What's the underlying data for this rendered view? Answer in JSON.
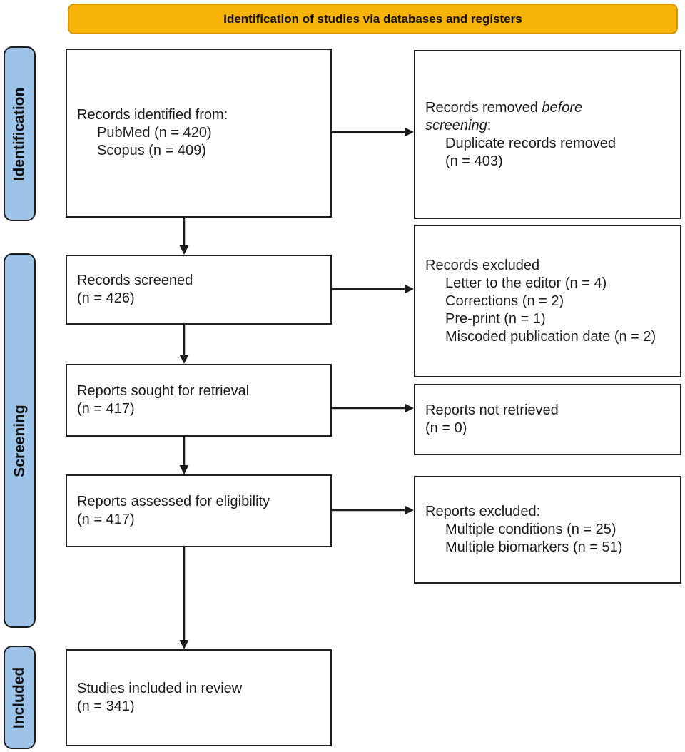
{
  "banner": {
    "title": "Identification of studies via databases and registers"
  },
  "sidebar": {
    "stages": [
      {
        "label": "Identification"
      },
      {
        "label": "Screening"
      },
      {
        "label": "Included"
      }
    ]
  },
  "boxes": {
    "records_identified": {
      "title": "Records identified from:",
      "items": [
        "PubMed (n = 420)",
        "Scopus (n = 409)"
      ]
    },
    "records_removed": {
      "text_regular_1": "Records removed",
      "text_italic_1": "before",
      "text_italic_2": "screening",
      "text_regular_2": ":",
      "items": [
        "Duplicate records removed (n = 403)"
      ]
    },
    "records_screened": {
      "title": "Records screened",
      "count": "(n = 426)"
    },
    "records_excluded": {
      "title": "Records excluded",
      "items": [
        "Letter to the editor (n = 4)",
        "Corrections (n = 2)",
        "Pre-print (n = 1)",
        "Miscoded publication date (n = 2)"
      ]
    },
    "reports_sought": {
      "title": "Reports sought for retrieval",
      "count": "(n = 417)"
    },
    "reports_not_retrieved": {
      "title": "Reports not retrieved",
      "count": "(n = 0)"
    },
    "reports_assessed": {
      "title": "Reports assessed for eligibility",
      "count": "(n = 417)"
    },
    "reports_excluded": {
      "title": "Reports excluded:",
      "items": [
        "Multiple conditions (n = 25)",
        "Multiple biomarkers (n = 51)"
      ]
    },
    "studies_included": {
      "title": "Studies included in review",
      "count": "(n = 341)"
    }
  },
  "colors": {
    "banner_fill": "#F9B40A",
    "banner_border": "#D59200",
    "stage_fill": "#9EC3E8",
    "line_color": "#1B1B1B"
  }
}
